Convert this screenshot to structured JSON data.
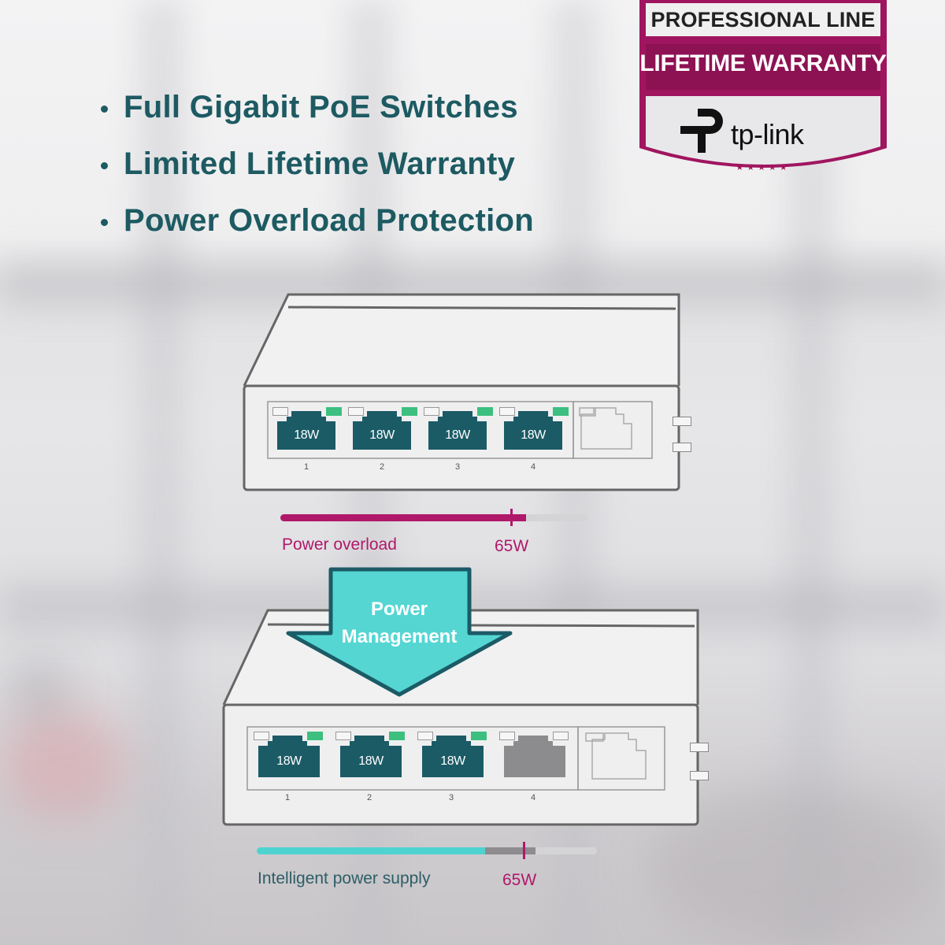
{
  "features": [
    "Full Gigabit PoE Switches",
    "Limited Lifetime Warranty",
    "Power Overload Protection"
  ],
  "badge": {
    "line1": "PROFESSIONAL LINE",
    "line2": "LIFETIME WARRANTY",
    "brand": "tp-link",
    "logo_icon": "tp-link-logo-icon",
    "stars": "★★★★★",
    "colors": {
      "frame": "#a0155f",
      "panel": "#e8e8ea"
    }
  },
  "diagram": {
    "before": {
      "ports": [
        {
          "number": "1",
          "label": "18W",
          "active": true
        },
        {
          "number": "2",
          "label": "18W",
          "active": true
        },
        {
          "number": "3",
          "label": "18W",
          "active": true
        },
        {
          "number": "4",
          "label": "18W",
          "active": true
        }
      ],
      "bar": {
        "label": "Power overload",
        "limit_label": "65W",
        "fill_percent": 80,
        "limit_percent": 75
      }
    },
    "arrow": {
      "line1": "Power",
      "line2": "Management"
    },
    "after": {
      "ports": [
        {
          "number": "1",
          "label": "18W",
          "active": true
        },
        {
          "number": "2",
          "label": "18W",
          "active": true
        },
        {
          "number": "3",
          "label": "18W",
          "active": true
        },
        {
          "number": "4",
          "label": "",
          "active": false
        }
      ],
      "bar": {
        "label": "Intelligent power supply",
        "limit_label": "65W",
        "fill_percent": 67,
        "limit_percent": 78
      }
    },
    "colors": {
      "text_teal": "#1d5a62",
      "port_active": "#1b5b66",
      "port_inactive": "#8c8b8e",
      "led_green": "#3dbf7f",
      "overload_magenta": "#b0186a",
      "supply_cyan": "#4fd3d1",
      "arrow_fill": "#55d6d3",
      "arrow_border": "#1b5b66"
    }
  }
}
